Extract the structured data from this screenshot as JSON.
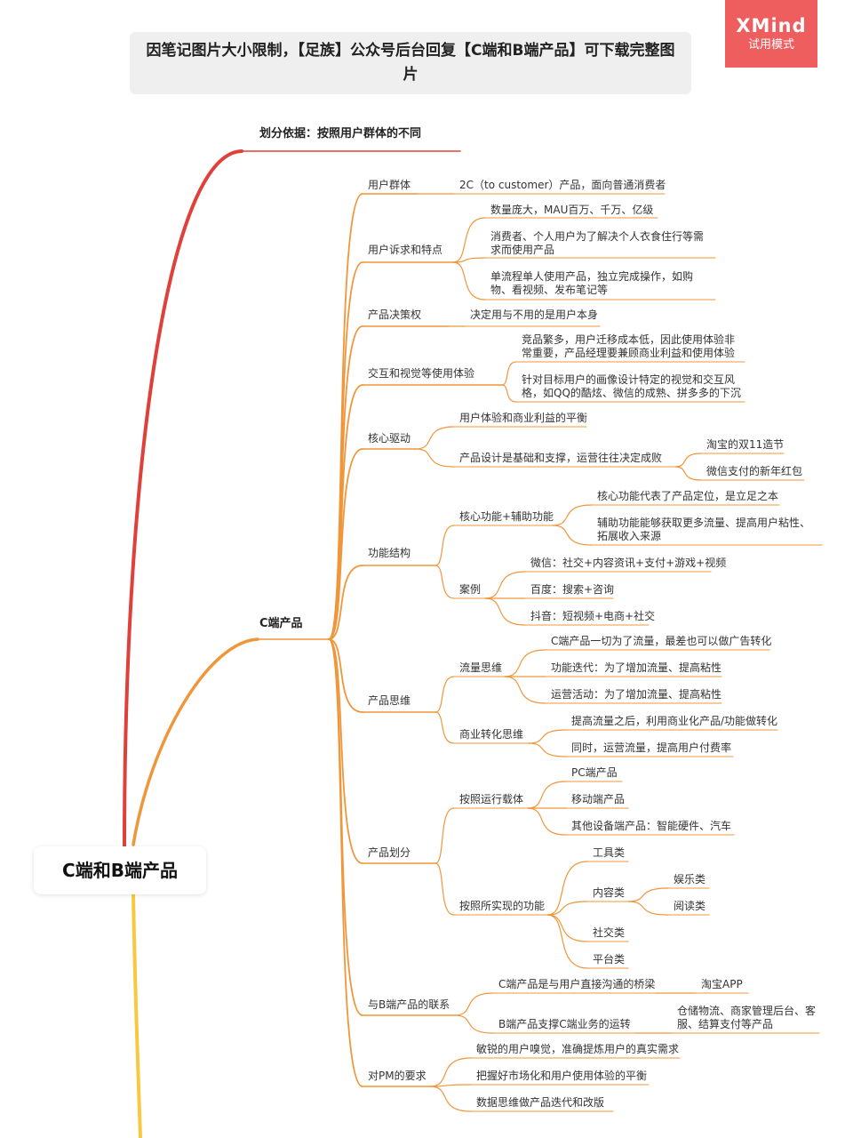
{
  "banner": {
    "text": "因笔记图片大小限制，【足族】公众号后台回复【C端和B端产品】可下载完整图片"
  },
  "badge": {
    "brand": "XMind",
    "mode": "试用模式"
  },
  "colors": {
    "red_branch": "#e0403a",
    "orange_branch": "#f0963a",
    "yellow_branch": "#f8c840",
    "badge_bg": "#ee5e5e"
  },
  "root": "C端和B端产品",
  "division": "划分依据：按照用户群体的不同",
  "c_title": "C端产品",
  "user_group": {
    "label": "用户群体",
    "value": "2C（to customer）产品，面向普通消费者"
  },
  "appeal": {
    "label": "用户诉求和特点",
    "items": [
      "数量庞大，MAU百万、千万、亿级",
      "消费者、个人用户为了解决个人衣食住行等需求而使用产品",
      "单流程单人使用产品，独立完成操作，如购物、看视频、发布笔记等"
    ]
  },
  "decision": {
    "label": "产品决策权",
    "value": "决定用与不用的是用户本身"
  },
  "ux": {
    "label": "交互和视觉等使用体验",
    "items": [
      "竞品繁多，用户迁移成本低，因此使用体验非常重要，产品经理要兼顾商业利益和使用体验",
      "针对目标用户的画像设计特定的视觉和交互风格，如QQ的酷炫、微信的成熟、拼多多的下沉"
    ]
  },
  "core_driver": {
    "label": "核心驱动",
    "balance": "用户体验和商业利益的平衡",
    "design": "产品设计是基础和支撑，运营往往决定成败",
    "examples": [
      "淘宝的双11造节",
      "微信支付的新年红包"
    ]
  },
  "structure": {
    "label": "功能结构",
    "core_aux": "核心功能+辅助功能",
    "core_aux_items": [
      "核心功能代表了产品定位，是立足之本",
      "辅助功能能够获取更多流量、提高用户粘性、拓展收入来源"
    ],
    "cases_label": "案例",
    "cases": [
      "微信：社交+内容资讯+支付+游戏+视频",
      "百度：搜索+咨询",
      "抖音：短视频+电商+社交"
    ]
  },
  "thinking": {
    "label": "产品思维",
    "traffic": "流量思维",
    "traffic_items": [
      "C端产品一切为了流量，最差也可以做广告转化",
      "功能迭代：为了增加流量、提高粘性",
      "运营活动：为了增加流量、提高粘性"
    ],
    "monetize": "商业转化思维",
    "monetize_items": [
      "提高流量之后，利用商业化产品/功能做转化",
      "同时，运营流量，提高用户付费率"
    ]
  },
  "division_section": {
    "label": "产品划分",
    "carrier": "按照运行载体",
    "carrier_items": [
      "PC端产品",
      "移动端产品",
      "其他设备端产品：智能硬件、汽车"
    ],
    "function": "按照所实现的功能",
    "tools": "工具类",
    "content": "内容类",
    "content_items": [
      "娱乐类",
      "阅读类"
    ],
    "social": "社交类",
    "platform": "平台类"
  },
  "b_relation": {
    "label": "与B端产品的联系",
    "c_bridge": "C端产品是与用户直接沟通的桥梁",
    "c_bridge_example": "淘宝APP",
    "b_support": "B端产品支撑C端业务的运转",
    "b_support_example": "仓储物流、商家管理后台、客服、结算支付等产品"
  },
  "pm": {
    "label": "对PM的要求",
    "items": [
      "敏锐的用户嗅觉，准确提炼用户的真实需求",
      "把握好市场化和用户使用体验的平衡",
      "数据思维做产品迭代和改版"
    ]
  }
}
